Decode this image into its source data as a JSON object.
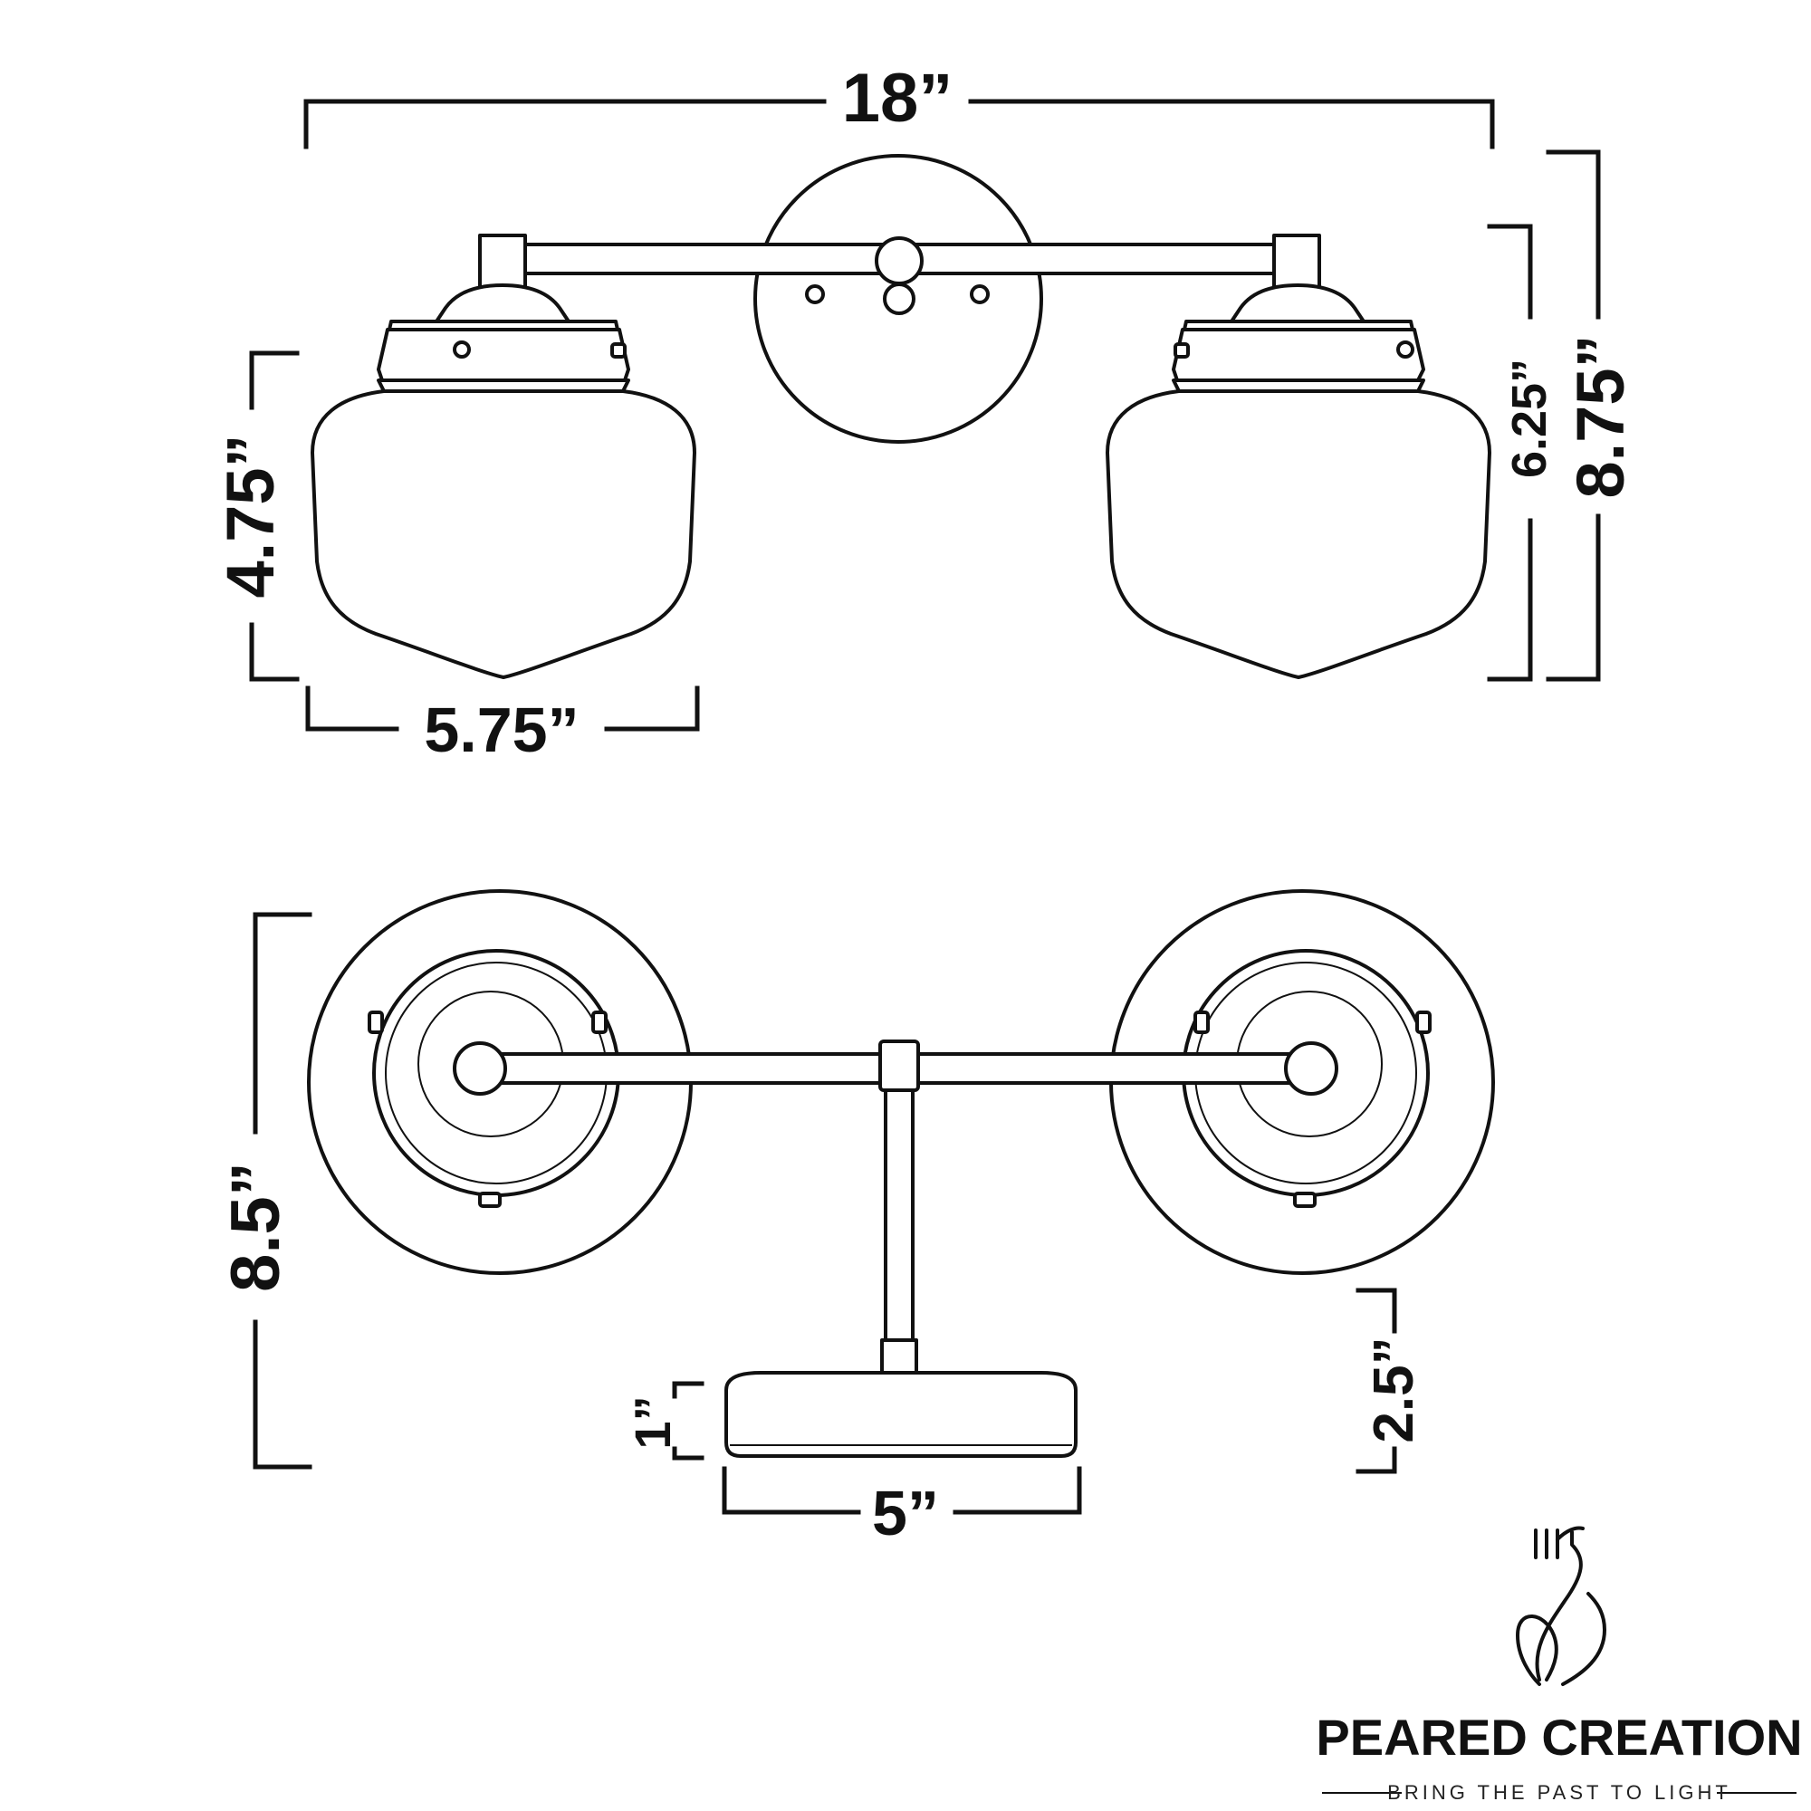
{
  "dimensions": {
    "overall_width": "18”",
    "overall_height": "8.75”",
    "arm_height": "6.25”",
    "shade_height": "4.75”",
    "shade_width": "5.75”",
    "depth": "8.5”",
    "fitter_depth": "2.5”",
    "backplate_depth": "1”",
    "backplate_width": "5”"
  },
  "brand": {
    "name": "PEARED CREATION",
    "tagline": "BRING THE PAST TO LIGHT"
  },
  "colors": {
    "line": "#111111",
    "background": "#ffffff"
  }
}
